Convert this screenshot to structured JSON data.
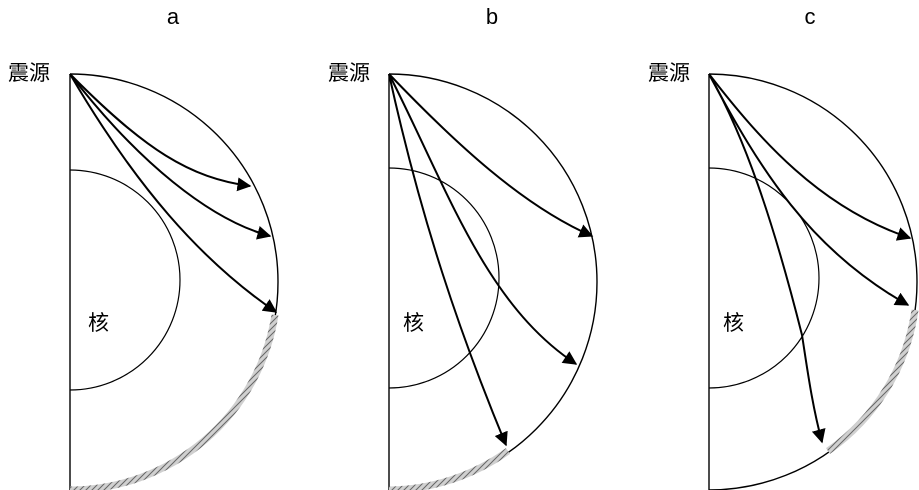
{
  "panels": [
    {
      "label": "a",
      "source_label": "震源",
      "core_label": "核"
    },
    {
      "label": "b",
      "source_label": "震源",
      "core_label": "核"
    },
    {
      "label": "c",
      "source_label": "震源",
      "core_label": "核"
    }
  ],
  "colors": {
    "stroke": "#000000",
    "shadow_zone": "#8a8a8a"
  }
}
